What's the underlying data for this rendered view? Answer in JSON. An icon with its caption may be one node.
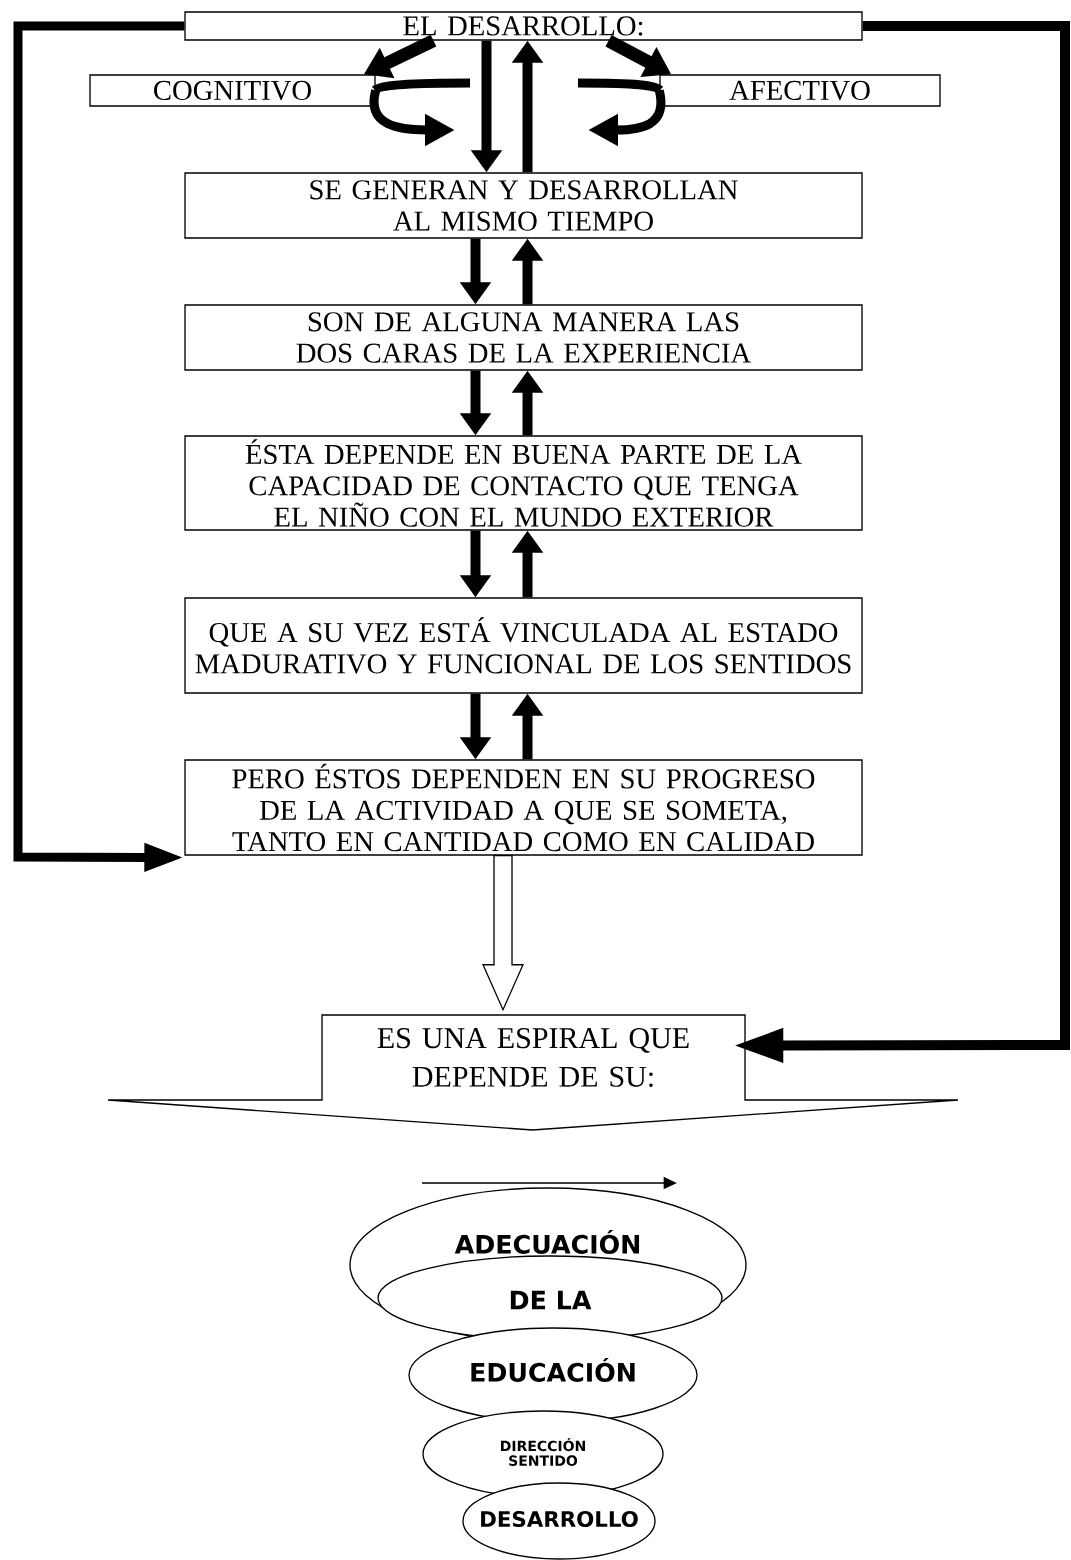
{
  "diagram": {
    "nodes": [
      {
        "text": [
          "EL DESARROLLO:"
        ]
      },
      {
        "text": [
          "COGNITIVO"
        ]
      },
      {
        "text": [
          "AFECTIVO"
        ]
      },
      {
        "text": [
          "SE GENERAN Y DESARROLLAN AL MISMO TIEMPO"
        ]
      },
      {
        "text": [
          "SON DE ALGUNA MANERA LAS DOS CARAS DE LA EXPERIENCIA"
        ]
      },
      {
        "text": [
          "ÉSTA DEPENDE EN BUENA PARTE DE LA CAPACIDAD DE CONTACTO QUE TENGA EL NIÑO CON EL MUNDO EXTERIOR"
        ]
      },
      {
        "text": [
          "QUE A SU VEZ ESTÁ VINCULADA AL ESTADO MADURATIVO Y FUNCIONAL DE LOS SENTIDOS"
        ]
      },
      {
        "text": [
          "PERO ÉSTOS DEPENDEN EN SU PROGRESO DE LA ACTIVIDAD A QUE SE SOMETA, TANTO EN CANTIDAD COMO EN CALIDAD"
        ]
      },
      {
        "text": [
          "ES UNA ESPIRAL QUE DEPENDE DE SU:"
        ]
      },
      {
        "text": [
          "ADECUACIÓN"
        ]
      },
      {
        "text": [
          "DE LA"
        ],
        "in": 9
      },
      {
        "text": [
          "EDUCACIÓN"
        ]
      },
      {
        "text": [
          "DIRECCIÓN SENTIDO"
        ]
      },
      {
        "text": [
          "DESARROLLO"
        ]
      }
    ],
    "edges": [
      {
        "from": 0,
        "to": 1,
        "arrow": "to"
      },
      {
        "from": 0,
        "to": 2,
        "arrow": "to"
      },
      {
        "from": 1,
        "to": null,
        "arrow": "to"
      },
      {
        "from": 2,
        "to": null,
        "arrow": "to"
      },
      {
        "from": 0,
        "to": 3,
        "arrow": "to"
      },
      {
        "from": 3,
        "to": 0,
        "arrow": "to"
      },
      {
        "from": 3,
        "to": 4,
        "arrow": "to"
      },
      {
        "from": 4,
        "to": 3,
        "arrow": "to"
      },
      {
        "from": 4,
        "to": 5,
        "arrow": "to"
      },
      {
        "from": 5,
        "to": 4,
        "arrow": "to"
      },
      {
        "from": 5,
        "to": 6,
        "arrow": "to"
      },
      {
        "from": 6,
        "to": 5,
        "arrow": "to"
      },
      {
        "from": 6,
        "to": 7,
        "arrow": "to"
      },
      {
        "from": 7,
        "to": 6,
        "arrow": "to"
      },
      {
        "from": 0,
        "to": 7,
        "arrow": "to"
      },
      {
        "from": 0,
        "to": 8,
        "arrow": "to"
      },
      {
        "from": 7,
        "to": 8,
        "arrow": "to"
      }
    ]
  }
}
